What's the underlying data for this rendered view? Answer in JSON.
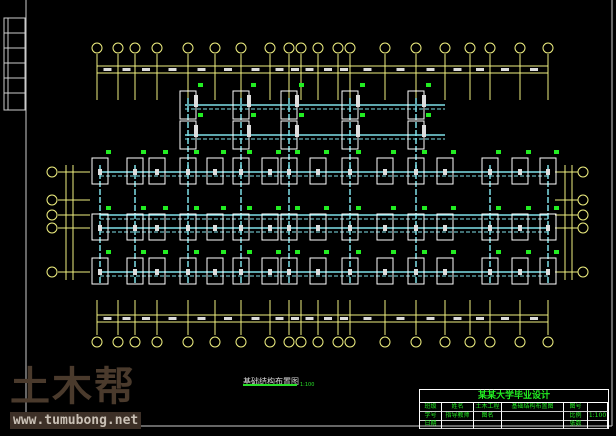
{
  "drawing": {
    "plan_title": "基础结构布置图",
    "plan_scale": "1:100",
    "colors": {
      "background": "#000000",
      "axis": "#f0f080",
      "footing": "#ffffff",
      "beam": "#7fe0e8",
      "label": "#22ee22"
    }
  },
  "watermark": {
    "logo": "土木帮",
    "url": "www.tumubong.net"
  },
  "title_block": {
    "school": "某某大学毕业设计",
    "rows": [
      [
        "班级",
        "姓名",
        "土木工程",
        "基础结构布置图",
        "图号",
        ""
      ],
      [
        "学号",
        "指导教师",
        "图名",
        "",
        "比例",
        "1:100"
      ],
      [
        "日期",
        "",
        "",
        "",
        "张数",
        ""
      ]
    ]
  }
}
